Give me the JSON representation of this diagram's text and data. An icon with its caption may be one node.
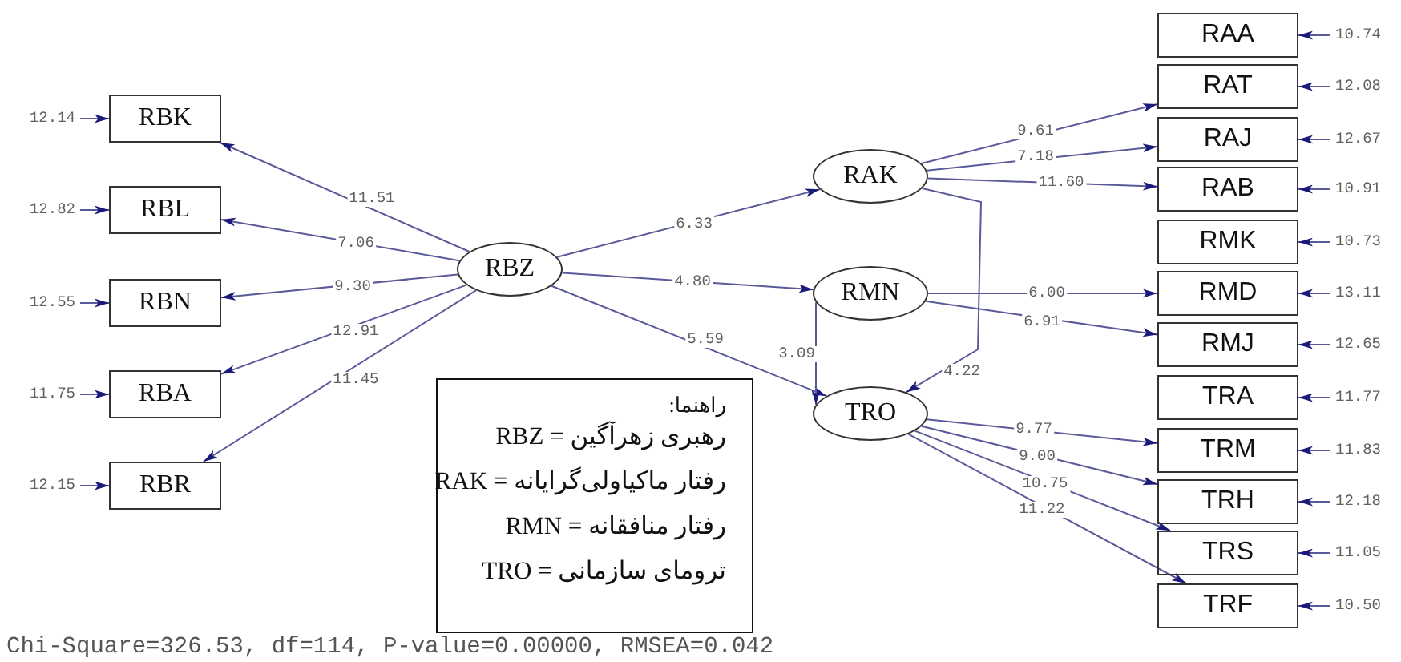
{
  "diagram": {
    "nodes": [
      {
        "text": [
          "RBK"
        ]
      },
      {
        "text": [
          "RBL"
        ]
      },
      {
        "text": [
          "RBN"
        ]
      },
      {
        "text": [
          "RBA"
        ]
      },
      {
        "text": [
          "RBR"
        ]
      },
      {
        "text": [
          "RBZ"
        ]
      },
      {
        "text": [
          "RAK"
        ]
      },
      {
        "text": [
          "RMN"
        ]
      },
      {
        "text": [
          "TRO"
        ]
      },
      {
        "text": [
          "RAA"
        ]
      },
      {
        "text": [
          "RAT"
        ]
      },
      {
        "text": [
          "RAJ"
        ]
      },
      {
        "text": [
          "RAB"
        ]
      },
      {
        "text": [
          "RMK"
        ]
      },
      {
        "text": [
          "RMD"
        ]
      },
      {
        "text": [
          "RMJ"
        ]
      },
      {
        "text": [
          "TRA"
        ]
      },
      {
        "text": [
          "TRM"
        ]
      },
      {
        "text": [
          "TRH"
        ]
      },
      {
        "text": [
          "TRS"
        ]
      },
      {
        "text": [
          "TRF"
        ]
      },
      {
        "text": [
          "راهنما:",
          "رهبری زهرآگین = RBZ",
          "رفتار ماکیاولی‌گرایانه = RAK",
          "رفتار منافقانه = RMN",
          "ترومای سازمانی = TRO"
        ]
      }
    ],
    "edges": [
      {
        "from": 5,
        "to": 0,
        "arrow": "to",
        "label": "11.51"
      },
      {
        "from": 5,
        "to": 1,
        "arrow": "to",
        "label": "7.06"
      },
      {
        "from": 5,
        "to": 2,
        "arrow": "to",
        "label": "9.30"
      },
      {
        "from": 5,
        "to": 3,
        "arrow": "to",
        "label": "12.91"
      },
      {
        "from": 5,
        "to": 4,
        "arrow": "to",
        "label": "11.45"
      },
      {
        "from": 5,
        "to": 6,
        "arrow": "to",
        "label": "6.33"
      },
      {
        "from": 5,
        "to": 7,
        "arrow": "to",
        "label": "4.80"
      },
      {
        "from": 5,
        "to": 8,
        "arrow": "to",
        "label": "5.59"
      },
      {
        "from": 7,
        "to": 8,
        "arrow": "to",
        "label": "3.09"
      },
      {
        "from": 6,
        "to": 8,
        "arrow": "to",
        "label": "4.22"
      },
      {
        "from": 6,
        "to": 10,
        "arrow": "to",
        "label": "9.61"
      },
      {
        "from": 6,
        "to": 11,
        "arrow": "to",
        "label": "7.18"
      },
      {
        "from": 6,
        "to": 12,
        "arrow": "to",
        "label": "11.60"
      },
      {
        "from": 7,
        "to": 14,
        "arrow": "to",
        "label": "6.00"
      },
      {
        "from": 7,
        "to": 15,
        "arrow": "to",
        "label": "6.91"
      },
      {
        "from": 8,
        "to": 17,
        "arrow": "to",
        "label": "9.77"
      },
      {
        "from": 8,
        "to": 18,
        "arrow": "to",
        "label": "9.00"
      },
      {
        "from": 8,
        "to": 19,
        "arrow": "to",
        "label": "10.75"
      },
      {
        "from": 8,
        "to": 20,
        "arrow": "to",
        "label": "11.22"
      },
      {
        "from": null,
        "to": 0,
        "arrow": "to",
        "label": "12.14"
      },
      {
        "from": null,
        "to": 1,
        "arrow": "to",
        "label": "12.82"
      },
      {
        "from": null,
        "to": 2,
        "arrow": "to",
        "label": "12.55"
      },
      {
        "from": null,
        "to": 3,
        "arrow": "to",
        "label": "11.75"
      },
      {
        "from": null,
        "to": 4,
        "arrow": "to",
        "label": "12.15"
      },
      {
        "from": null,
        "to": 9,
        "arrow": "to",
        "label": "10.74"
      },
      {
        "from": null,
        "to": 10,
        "arrow": "to",
        "label": "12.08"
      },
      {
        "from": null,
        "to": 11,
        "arrow": "to",
        "label": "12.67"
      },
      {
        "from": null,
        "to": 12,
        "arrow": "to",
        "label": "10.91"
      },
      {
        "from": null,
        "to": 13,
        "arrow": "to",
        "label": "10.73"
      },
      {
        "from": null,
        "to": 14,
        "arrow": "to",
        "label": "13.11"
      },
      {
        "from": null,
        "to": 15,
        "arrow": "to",
        "label": "12.65"
      },
      {
        "from": null,
        "to": 16,
        "arrow": "to",
        "label": "11.77"
      },
      {
        "from": null,
        "to": 17,
        "arrow": "to",
        "label": "11.83"
      },
      {
        "from": null,
        "to": 18,
        "arrow": "to",
        "label": "12.18"
      },
      {
        "from": null,
        "to": 19,
        "arrow": "to",
        "label": "11.05"
      },
      {
        "from": null,
        "to": 20,
        "arrow": "to",
        "label": "10.50"
      }
    ],
    "labels": [
      "Chi-Square=326.53, df=114, P-value=0.00000, RMSEA=0.042"
    ]
  }
}
